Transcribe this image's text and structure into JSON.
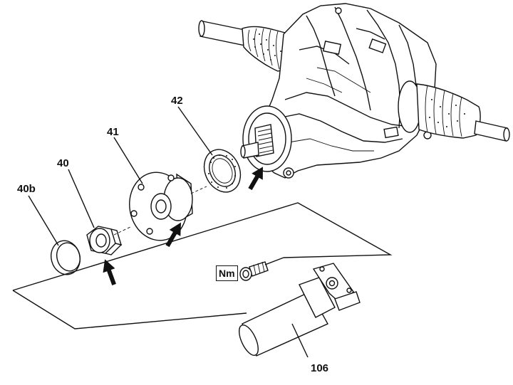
{
  "labels": {
    "p40b": "40b",
    "p40": "40",
    "p41": "41",
    "p42": "42",
    "p106": "106",
    "torque": "Nm"
  }
}
